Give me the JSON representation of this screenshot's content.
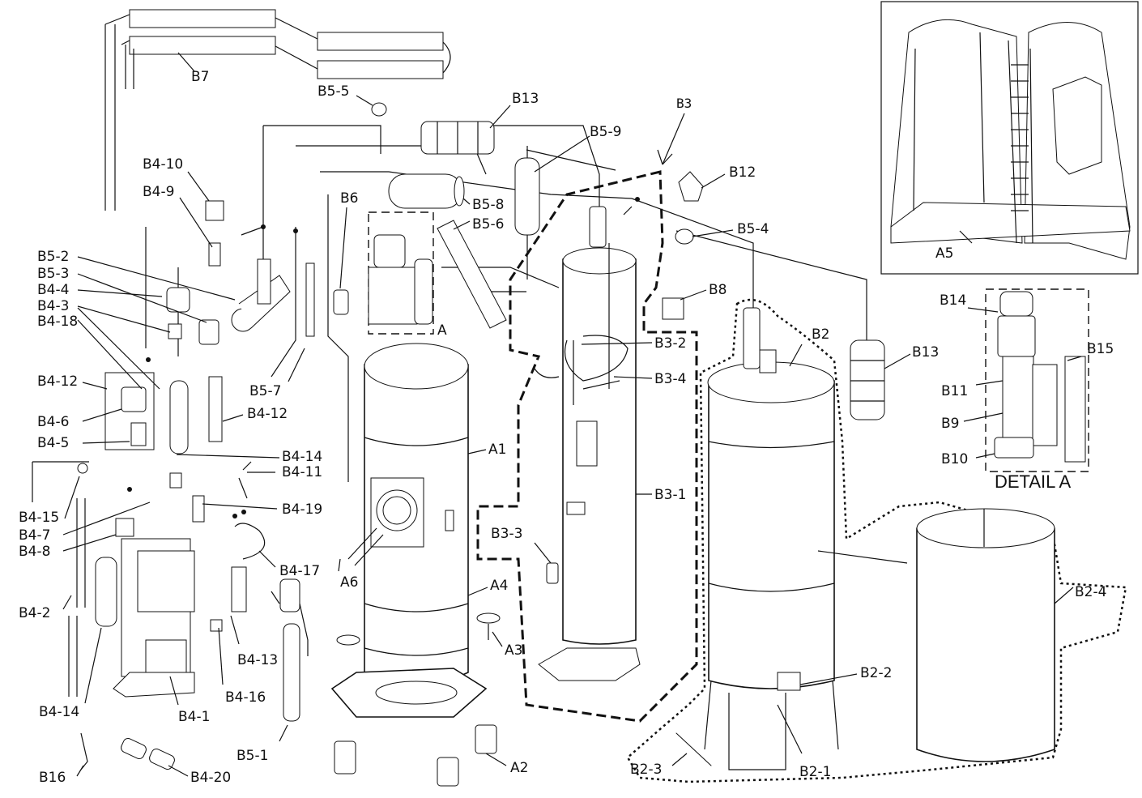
{
  "labels": {
    "B7": "B7",
    "B5_5": "B5-5",
    "B13_top": "B13",
    "B3": "B3",
    "B5_9": "B5-9",
    "B12": "B12",
    "B4_10": "B4-10",
    "B4_9": "B4-9",
    "B6": "B6",
    "B5_8": "B5-8",
    "B5_6": "B5-6",
    "B5_4": "B5-4",
    "B5_2": "B5-2",
    "B5_3": "B5-3",
    "B4_4": "B4-4",
    "B4_3": "B4-3",
    "B4_18": "B4-18",
    "A": "A",
    "B8": "B8",
    "B2": "B2",
    "B13_right": "B13",
    "B3_2": "B3-2",
    "B3_4": "B3-4",
    "B5_7": "B5-7",
    "B4_12_left": "B4-12",
    "B4_12_mid": "B4-12",
    "B4_6": "B4-6",
    "B4_5": "B4-5",
    "B4_14_top": "B4-14",
    "B4_11": "B4-11",
    "A1": "A1",
    "B3_1": "B3-1",
    "B4_15": "B4-15",
    "B4_19": "B4-19",
    "B4_7": "B4-7",
    "B4_8": "B4-8",
    "B3_3": "B3-3",
    "A6": "A6",
    "B4_17": "B4-17",
    "A4": "A4",
    "B4_2": "B4-2",
    "A3": "A3",
    "B4_13": "B4-13",
    "B2_4": "B2-4",
    "B2_2": "B2-2",
    "B4_16": "B4-16",
    "B4_14_bot": "B4-14",
    "B4_1": "B4-1",
    "B5_1": "B5-1",
    "B2_3": "B2-3",
    "B2_1": "B2-1",
    "A2": "A2",
    "B16": "B16",
    "B4_20": "B4-20",
    "A5": "A5",
    "B14": "B14",
    "B15": "B15",
    "B11": "B11",
    "B9": "B9",
    "B10": "B10"
  },
  "detail_title": "DETAIL A"
}
